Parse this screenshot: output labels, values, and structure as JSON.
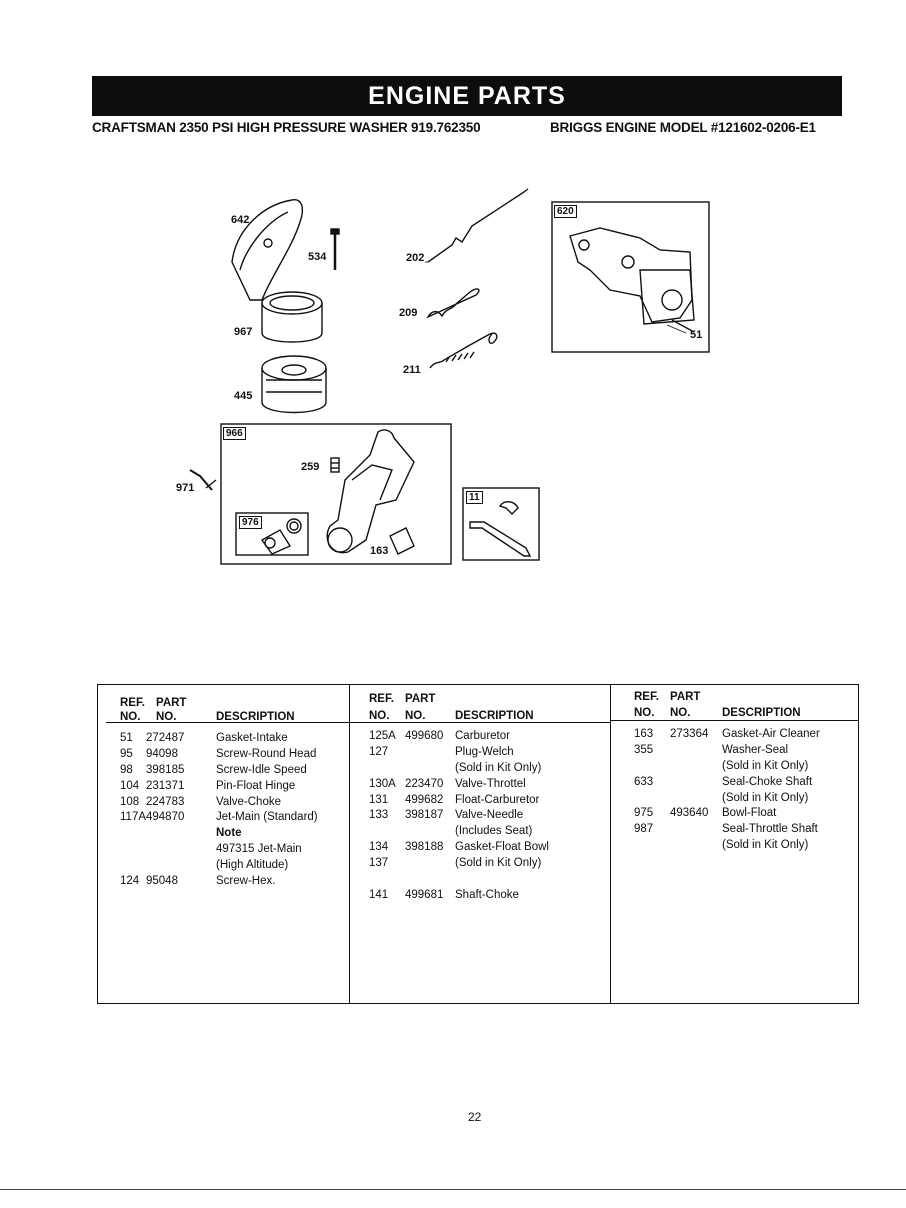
{
  "page": {
    "title": "ENGINE PARTS",
    "subtitle_left": "CRAFTSMAN 2350 PSI HIGH PRESSURE WASHER 919.762350",
    "subtitle_right": "BRIGGS ENGINE MODEL #121602-0206-E1",
    "page_number": "22"
  },
  "diagram": {
    "callouts": {
      "c642": "642",
      "c534": "534",
      "c967": "967",
      "c445": "445",
      "c202": "202",
      "c209": "209",
      "c211": "211",
      "c620": "620",
      "c51": "51",
      "c966": "966",
      "c259": "259",
      "c971": "971",
      "c976": "976",
      "c163": "163",
      "c11": "11"
    }
  },
  "table": {
    "headers": {
      "ref": "REF.",
      "part": "PART",
      "no": "NO.",
      "no2": "NO.",
      "description": "DESCRIPTION"
    },
    "columns": [
      [
        {
          "ref": "51",
          "part": "272487",
          "desc": "Gasket-Intake"
        },
        {
          "ref": "95",
          "part": "94098",
          "desc": "Screw-Round Head"
        },
        {
          "ref": "98",
          "part": "398185",
          "desc": "Screw-Idle Speed"
        },
        {
          "ref": "104",
          "part": "231371",
          "desc": "Pin-Float Hinge"
        },
        {
          "ref": "108",
          "part": "224783",
          "desc": "Valve-Choke"
        },
        {
          "ref": "117A",
          "part": "494870",
          "desc": "Jet-Main (Standard)"
        },
        {
          "ref": "",
          "part": "",
          "desc": "Note"
        },
        {
          "ref": "",
          "part": "",
          "desc": "497315 Jet-Main"
        },
        {
          "ref": "",
          "part": "",
          "desc": "(High Altitude)"
        },
        {
          "ref": "124",
          "part": "95048",
          "desc": "Screw-Hex."
        }
      ],
      [
        {
          "ref": "125A",
          "part": "499680",
          "desc": "Carburetor"
        },
        {
          "ref": "127",
          "part": "",
          "desc": "Plug-Welch"
        },
        {
          "ref": "",
          "part": "",
          "desc": "(Sold in Kit Only)"
        },
        {
          "ref": "130A",
          "part": "223470",
          "desc": "Valve-Throttel"
        },
        {
          "ref": "131",
          "part": "499682",
          "desc": "Float-Carburetor"
        },
        {
          "ref": "133",
          "part": "398187",
          "desc": "Valve-Needle"
        },
        {
          "ref": "",
          "part": "",
          "desc": "(Includes Seat)"
        },
        {
          "ref": "134",
          "part": "398188",
          "desc": "Gasket-Float Bowl"
        },
        {
          "ref": "137",
          "part": "",
          "desc": "(Sold in Kit Only)"
        },
        {
          "ref": "",
          "part": "",
          "desc": ""
        },
        {
          "ref": "141",
          "part": "499681",
          "desc": "Shaft-Choke"
        }
      ],
      [
        {
          "ref": "163",
          "part": "273364",
          "desc": "Gasket-Air Cleaner"
        },
        {
          "ref": "355",
          "part": "",
          "desc": "Washer-Seal"
        },
        {
          "ref": "",
          "part": "",
          "desc": "(Sold in Kit Only)"
        },
        {
          "ref": "633",
          "part": "",
          "desc": "Seal-Choke Shaft"
        },
        {
          "ref": "",
          "part": "",
          "desc": "(Sold in Kit Only)"
        },
        {
          "ref": "975",
          "part": "493640",
          "desc": "Bowl-Float"
        },
        {
          "ref": "987",
          "part": "",
          "desc": "Seal-Throttle Shaft"
        },
        {
          "ref": "",
          "part": "",
          "desc": "(Sold in Kit Only)"
        }
      ]
    ]
  }
}
